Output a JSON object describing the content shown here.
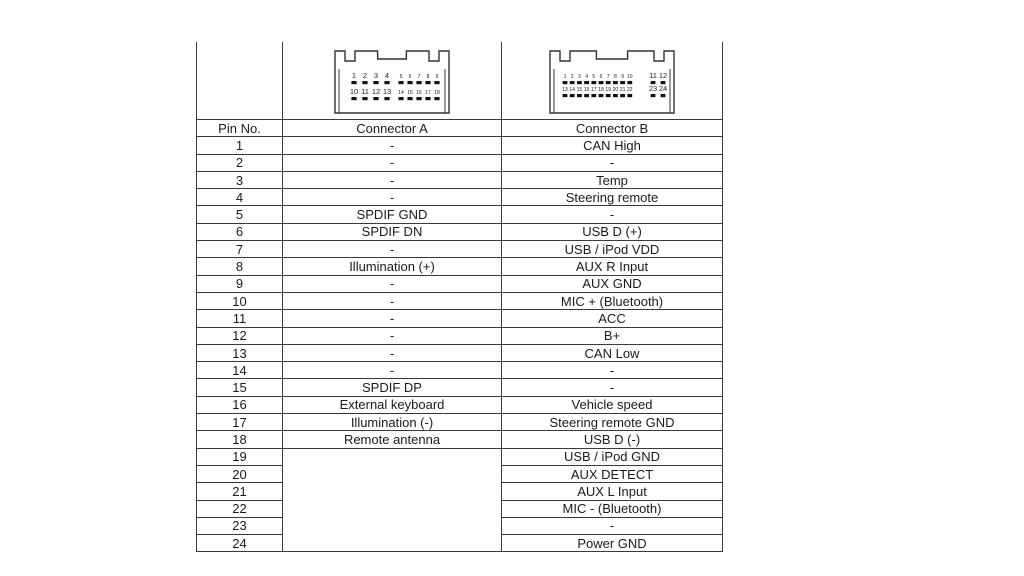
{
  "headers": {
    "pin": "Pin No.",
    "a": "Connector A",
    "b": "Connector B"
  },
  "connector_a_labels": {
    "top": [
      "1",
      "2",
      "3",
      "4",
      "5",
      "6",
      "7",
      "8",
      "9"
    ],
    "bottom": [
      "10",
      "11",
      "12",
      "13",
      "14",
      "15",
      "16",
      "17",
      "18"
    ]
  },
  "connector_b_labels": {
    "top": [
      "1",
      "2",
      "3",
      "4",
      "5",
      "6",
      "7",
      "8",
      "9",
      "10",
      "11",
      "12"
    ],
    "bottom": [
      "13",
      "14",
      "15",
      "16",
      "17",
      "18",
      "19",
      "20",
      "21",
      "22",
      "23",
      "24"
    ]
  },
  "rows": [
    {
      "pin": "1",
      "a": "-",
      "b": "CAN High"
    },
    {
      "pin": "2",
      "a": "-",
      "b": "-"
    },
    {
      "pin": "3",
      "a": "-",
      "b": "Temp"
    },
    {
      "pin": "4",
      "a": "-",
      "b": "Steering remote"
    },
    {
      "pin": "5",
      "a": "SPDIF GND",
      "b": "-"
    },
    {
      "pin": "6",
      "a": "SPDIF DN",
      "b": "USB D (+)"
    },
    {
      "pin": "7",
      "a": "-",
      "b": "USB / iPod VDD"
    },
    {
      "pin": "8",
      "a": "Illumination (+)",
      "b": "AUX R Input"
    },
    {
      "pin": "9",
      "a": "-",
      "b": "AUX GND"
    },
    {
      "pin": "10",
      "a": "-",
      "b": "MIC + (Bluetooth)"
    },
    {
      "pin": "11",
      "a": "-",
      "b": "ACC"
    },
    {
      "pin": "12",
      "a": "-",
      "b": "B+"
    },
    {
      "pin": "13",
      "a": "-",
      "b": "CAN Low"
    },
    {
      "pin": "14",
      "a": "-",
      "b": "-"
    },
    {
      "pin": "15",
      "a": "SPDIF DP",
      "b": "-"
    },
    {
      "pin": "16",
      "a": "External keyboard",
      "b": "Vehicle speed"
    },
    {
      "pin": "17",
      "a": "Illumination (-)",
      "b": "Steering remote GND"
    },
    {
      "pin": "18",
      "a": "Remote antenna",
      "b": "USB D (-)"
    },
    {
      "pin": "19",
      "b": "USB / iPod GND"
    },
    {
      "pin": "20",
      "b": "AUX DETECT"
    },
    {
      "pin": "21",
      "b": "AUX L Input"
    },
    {
      "pin": "22",
      "b": "MIC - (Bluetooth)"
    },
    {
      "pin": "23",
      "b": "-"
    },
    {
      "pin": "24",
      "b": "Power GND"
    }
  ]
}
